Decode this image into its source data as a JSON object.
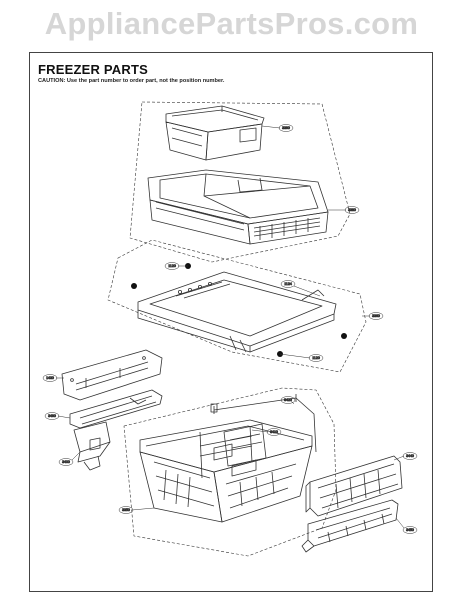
{
  "watermark": "AppliancePartsPros.com",
  "heading": "FREEZER PARTS",
  "caution": "CAUTION: Use the part number to order part, not the position number.",
  "callouts": {
    "top_bin": "3390",
    "upper_drawer": "3380",
    "screw_left": "1120",
    "rail_right": "1124",
    "shelf_frame": "3360",
    "screw_right": "1120",
    "side_panel": "1430",
    "rail_left": "3490",
    "bracket": "3400",
    "divider_rod": "3420",
    "divider": "3410",
    "lower_basket": "3350",
    "front_cover": "3440",
    "handle": "3450"
  }
}
